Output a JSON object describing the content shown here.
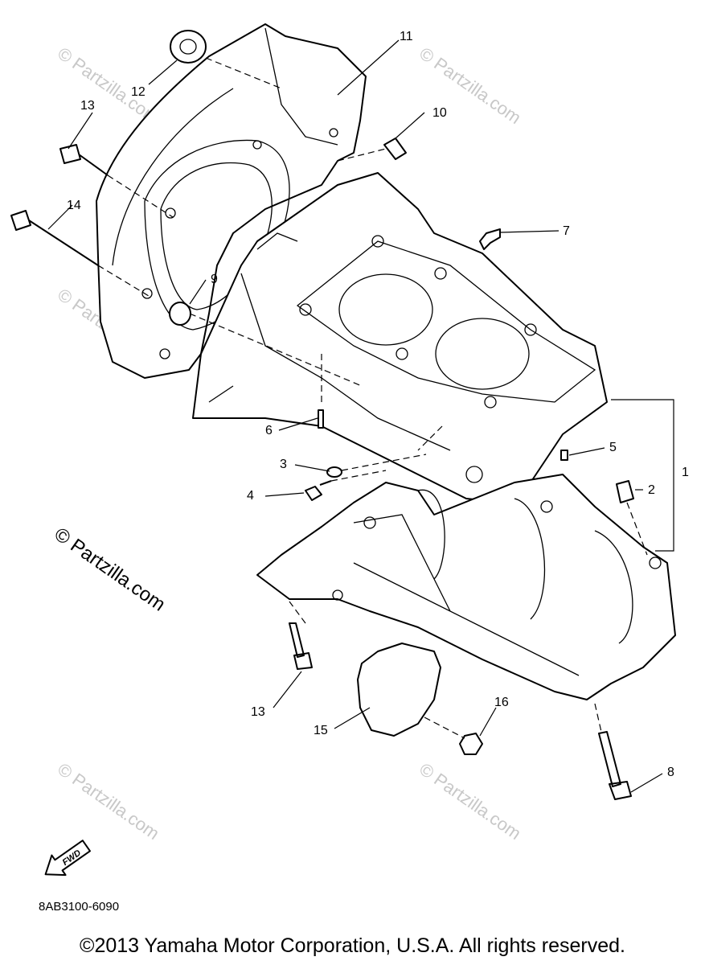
{
  "diagram": {
    "part_code": "8AB3100-6090",
    "fwd_label": "FWD",
    "watermark_main": "© Partzilla.com",
    "watermark_faint": "© Partzilla.com",
    "callouts": [
      "1",
      "2",
      "3",
      "4",
      "5",
      "6",
      "7",
      "8",
      "9",
      "10",
      "11",
      "12",
      "13",
      "13",
      "14",
      "15",
      "16"
    ]
  },
  "footer": {
    "copyright": "©2013 Yamaha Motor Corporation, U.S.A. All rights reserved."
  },
  "colors": {
    "line": "#000000",
    "watermark": "#c8c8c8",
    "background": "#ffffff"
  }
}
